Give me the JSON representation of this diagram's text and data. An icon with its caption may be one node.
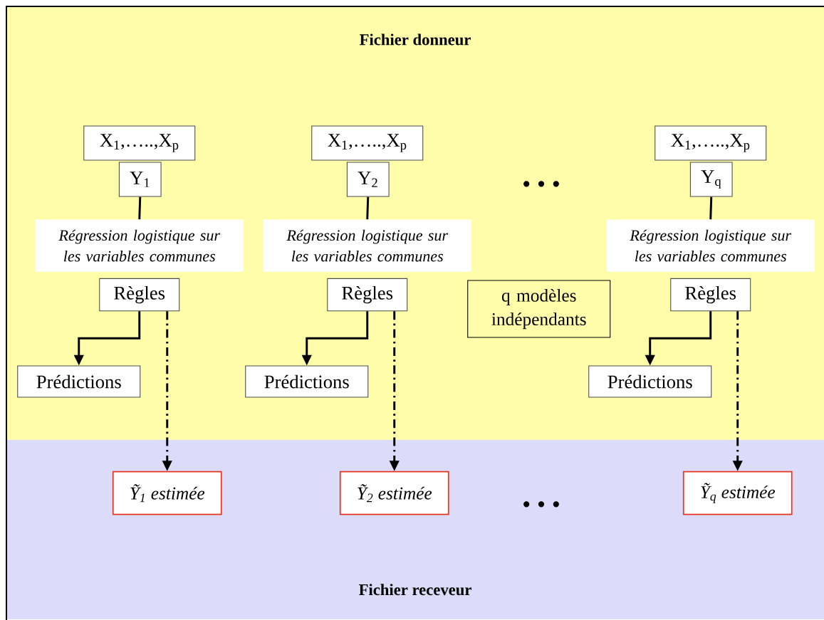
{
  "diagram": {
    "nodes": [
      {
        "text": [
          "Fichier donneur"
        ]
      },
      {
        "text": [
          "X$_{1}$,…..,X$_{p}$"
        ],
        "in": 0
      },
      {
        "text": [
          "Y$_{1}$"
        ],
        "in": 0
      },
      {
        "text": [
          "Régression logistique sur les variables communes"
        ],
        "in": 0
      },
      {
        "text": [
          "Règles"
        ],
        "in": 0
      },
      {
        "text": [
          "Prédictions"
        ],
        "in": 0
      },
      {
        "text": [
          "X$_{1}$,…..,X$_{p}$"
        ],
        "in": 0
      },
      {
        "text": [
          "Y$_{2}$"
        ],
        "in": 0
      },
      {
        "text": [
          "Régression logistique sur les variables communes"
        ],
        "in": 0
      },
      {
        "text": [
          "Règles"
        ],
        "in": 0
      },
      {
        "text": [
          "Prédictions"
        ],
        "in": 0
      },
      {
        "text": [
          "X$_{1}$,…..,X$_{p}$"
        ],
        "in": 0
      },
      {
        "text": [
          "Y$_{q}$"
        ],
        "in": 0
      },
      {
        "text": [
          "Régression logistique sur les variables communes"
        ],
        "in": 0
      },
      {
        "text": [
          "Règles"
        ],
        "in": 0
      },
      {
        "text": [
          "Prédictions"
        ],
        "in": 0
      },
      {
        "text": [
          "q modèles indépendants"
        ],
        "in": 0
      },
      {
        "text": [
          "Fichier receveur"
        ]
      },
      {
        "text": [
          "Ỹ$_{1}$ estimée"
        ],
        "in": 17
      },
      {
        "text": [
          "Ỹ$_{2}$ estimée"
        ],
        "in": 17
      },
      {
        "text": [
          "Ỹ$_{q}$ estimée"
        ],
        "in": 17
      }
    ],
    "edges": [
      {
        "from": 2,
        "to": 3,
        "arrow": "none"
      },
      {
        "from": 4,
        "to": 5,
        "arrow": "to"
      },
      {
        "from": 4,
        "to": 18,
        "arrow": "to",
        "style": "dashed"
      },
      {
        "from": 7,
        "to": 8,
        "arrow": "none"
      },
      {
        "from": 9,
        "to": 10,
        "arrow": "to"
      },
      {
        "from": 9,
        "to": 19,
        "arrow": "to",
        "style": "dashed"
      },
      {
        "from": 12,
        "to": 13,
        "arrow": "none"
      },
      {
        "from": 14,
        "to": 15,
        "arrow": "to"
      },
      {
        "from": 14,
        "to": 20,
        "arrow": "to",
        "style": "dashed"
      }
    ],
    "labels": [
      "• • •",
      "• • •"
    ]
  }
}
